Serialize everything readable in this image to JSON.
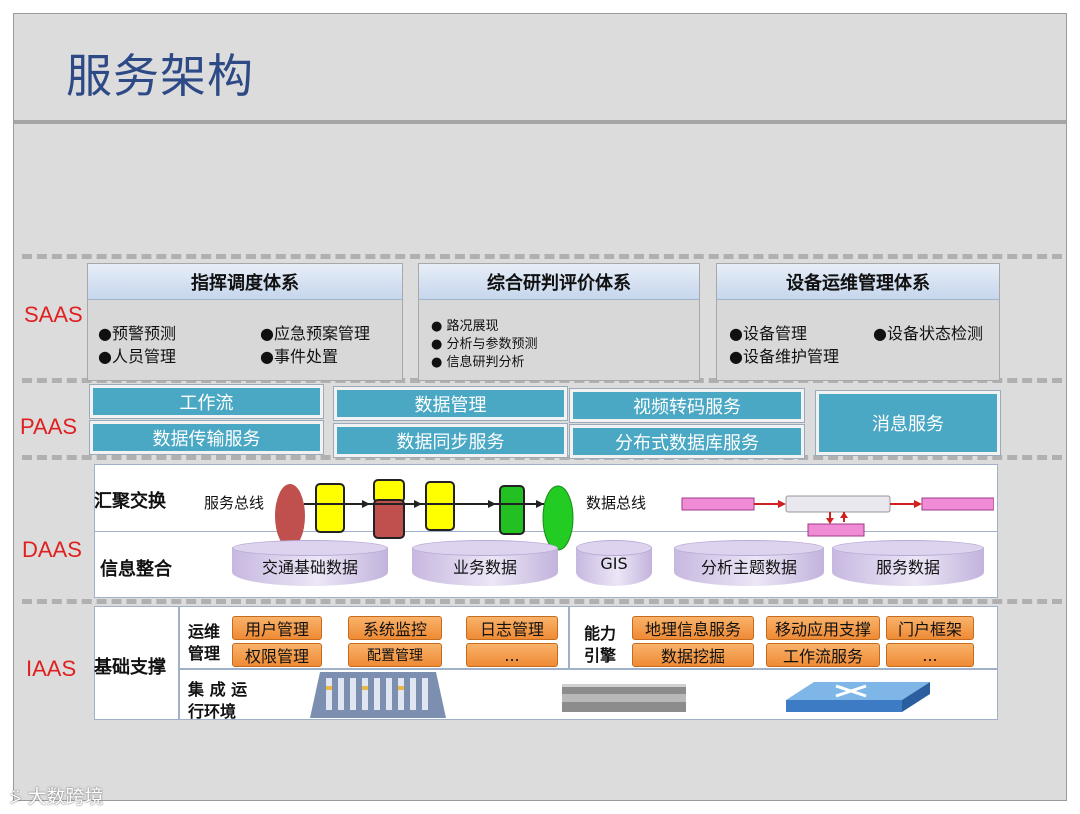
{
  "title": "服务架构",
  "layers": {
    "saas": "SAAS",
    "paas": "PAAS",
    "daas": "DAAS",
    "iaas": "IAAS"
  },
  "saas": {
    "systems": [
      {
        "title": "指挥调度体系",
        "items": [
          "●预警预测",
          "●应急预案管理",
          "●人员管理",
          "●事件处置"
        ]
      },
      {
        "title": "综合研判评价体系",
        "items": [
          "●  路况展现",
          "●  分析与参数预测",
          "●  信息研判分析"
        ]
      },
      {
        "title": "设备运维管理体系",
        "items": [
          "●设备管理",
          "●设备状态检测",
          "●设备维护管理"
        ]
      }
    ]
  },
  "paas": {
    "services": [
      "工作流",
      "数据传输服务",
      "数据管理",
      "数据同步服务",
      "视频转码服务",
      "分布式数据库服务",
      "消息服务"
    ]
  },
  "daas": {
    "exchange": {
      "label": "汇聚交换",
      "service_bus": "服务总线",
      "data_bus": "数据总线"
    },
    "integration": {
      "label": "信息整合",
      "stores": [
        "交通基础数据",
        "业务数据",
        "GIS",
        "分析主题数据",
        "服务数据"
      ]
    }
  },
  "iaas": {
    "label": "基础支撑",
    "ops": {
      "label_line1": "运维",
      "label_line2": "管理",
      "items": [
        "用户管理",
        "系统监控",
        "日志管理",
        "权限管理",
        "配置管理",
        "..."
      ]
    },
    "engine": {
      "label_line1": "能力",
      "label_line2": "引擎",
      "items": [
        "地理信息服务",
        "移动应用支撑",
        "门户框架",
        "数据挖掘",
        "工作流服务",
        "..."
      ]
    },
    "runtime": {
      "label_line1": "集 成 运",
      "label_line2": "行环境"
    }
  },
  "watermark": "大数跨境",
  "colors": {
    "title": "#2e4a86",
    "layer_label": "#e02020",
    "paas_teal": "#4aa8c4",
    "orange": "#ee8a35"
  }
}
